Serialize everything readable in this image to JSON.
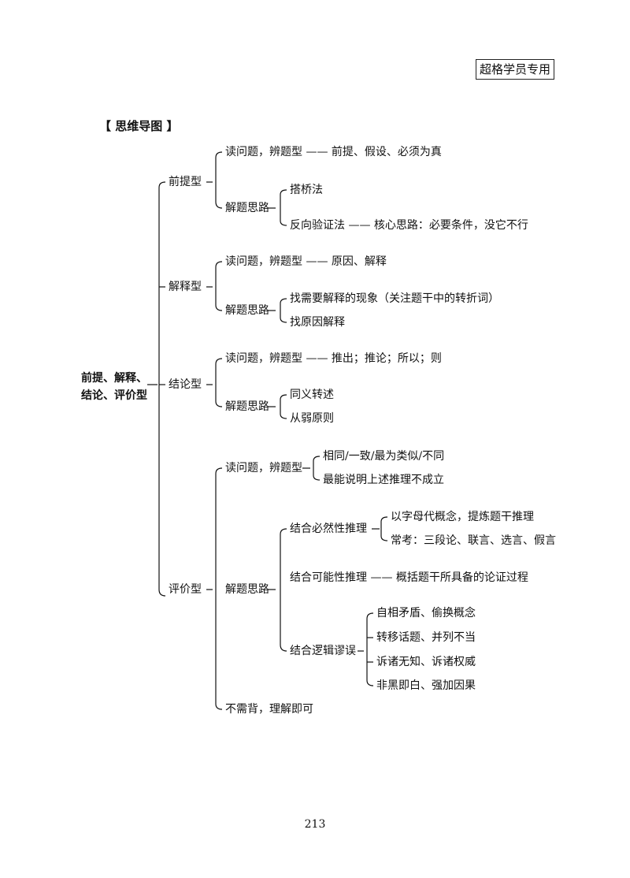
{
  "stamp": "超格学员专用",
  "section_title": "【 思维导图 】",
  "root": {
    "line1": "前提、解释、",
    "line2": "结论、评价型"
  },
  "premise": {
    "label": "前提型",
    "read": "读问题，辨题型 —— 前提、假设、必须为真",
    "approach": "解题思路",
    "m1": "搭桥法",
    "m2": "反向验证法 —— 核心思路：必要条件，没它不行"
  },
  "explain": {
    "label": "解释型",
    "read": "读问题，辨题型 —— 原因、解释",
    "approach": "解题思路",
    "m1": "找需要解释的现象（关注题干中的转折词）",
    "m2": "找原因解释"
  },
  "conclusion": {
    "label": "结论型",
    "read": "读问题，辨题型 —— 推出；推论；所以；则",
    "approach": "解题思路",
    "m1": "同义转述",
    "m2": "从弱原则"
  },
  "evaluate": {
    "label": "评价型",
    "read": "读问题，辨题型",
    "read_a": "相同/一致/最为类似/不同",
    "read_b": "最能说明上述推理不成立",
    "approach": "解题思路",
    "necessary": "结合必然性推理",
    "necessary_a": "以字母代概念，提炼题干推理",
    "necessary_b": "常考：三段论、联言、选言、假言",
    "possible": "结合可能性推理 —— 概括题干所具备的论证过程",
    "fallacy": "结合逻辑谬误",
    "fallacy_a": "自相矛盾、偷换概念",
    "fallacy_b": "转移话题、并列不当",
    "fallacy_c": "诉诸无知、诉诸权威",
    "fallacy_d": "非黑即白、强加因果",
    "no_memorize": "不需背，理解即可"
  },
  "page_number": "213"
}
